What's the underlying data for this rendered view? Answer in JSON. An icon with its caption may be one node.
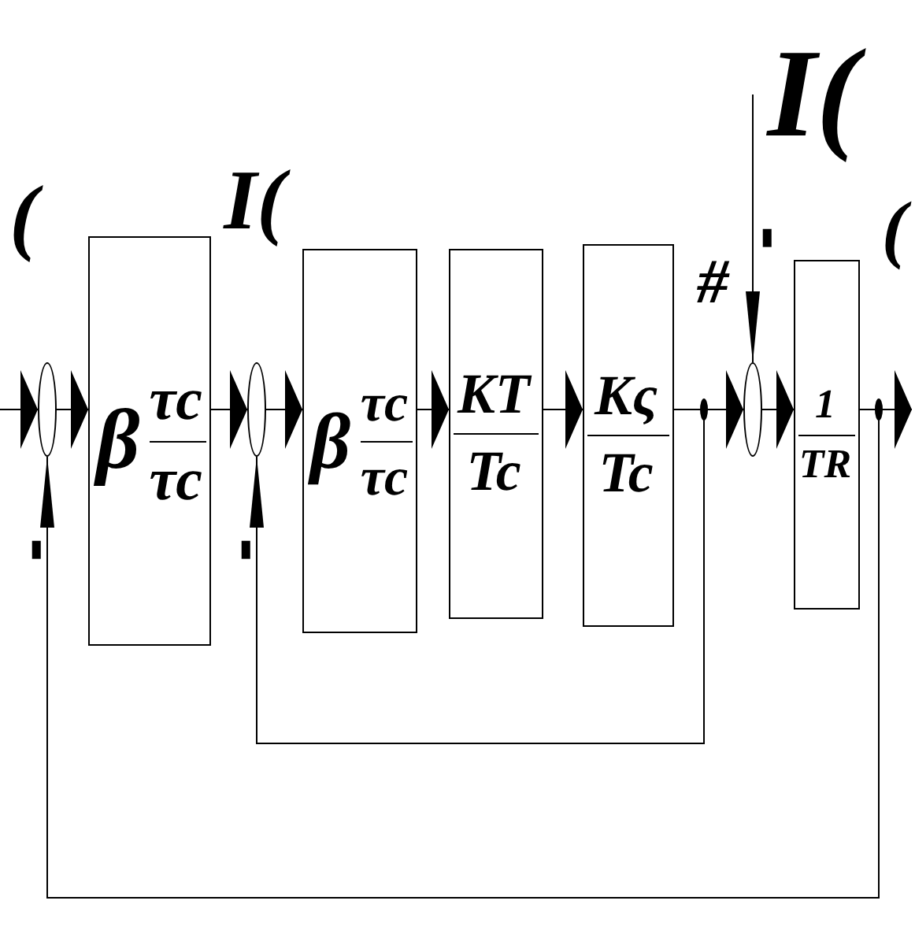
{
  "diagram": {
    "nodes": [
      {
        "text": [],
        "shape": "circle"
      },
      {
        "text": [
          "β",
          "τc",
          "τc"
        ]
      },
      {
        "text": [],
        "shape": "circle"
      },
      {
        "text": [
          "β",
          "τc",
          "τc"
        ]
      },
      {
        "text": [
          "KT",
          "Tc"
        ]
      },
      {
        "text": [
          "Kς",
          "Tc"
        ]
      },
      {
        "text": [],
        "shape": "circle"
      },
      {
        "text": [
          "1",
          "TR"
        ]
      },
      {
        "text": [
          "I("
        ]
      }
    ],
    "edges": [
      {
        "from": null,
        "to": 0,
        "arrow": "to"
      },
      {
        "from": 0,
        "to": 1,
        "arrow": "to"
      },
      {
        "from": 1,
        "to": 2,
        "arrow": "to"
      },
      {
        "from": 2,
        "to": 3,
        "arrow": "to"
      },
      {
        "from": 3,
        "to": 4,
        "arrow": "to"
      },
      {
        "from": 4,
        "to": 5,
        "arrow": "to"
      },
      {
        "from": 5,
        "to": 6,
        "arrow": "to"
      },
      {
        "from": 6,
        "to": 7,
        "arrow": "to"
      },
      {
        "from": 7,
        "to": null,
        "arrow": "to"
      },
      {
        "from": 5,
        "to": 2,
        "arrow": "to"
      },
      {
        "from": 7,
        "to": 0,
        "arrow": "to"
      },
      {
        "from": 8,
        "to": 6,
        "arrow": "to"
      }
    ],
    "labels": [
      "(",
      "I(",
      "▮",
      "#",
      "(",
      "▮",
      "▮"
    ]
  }
}
